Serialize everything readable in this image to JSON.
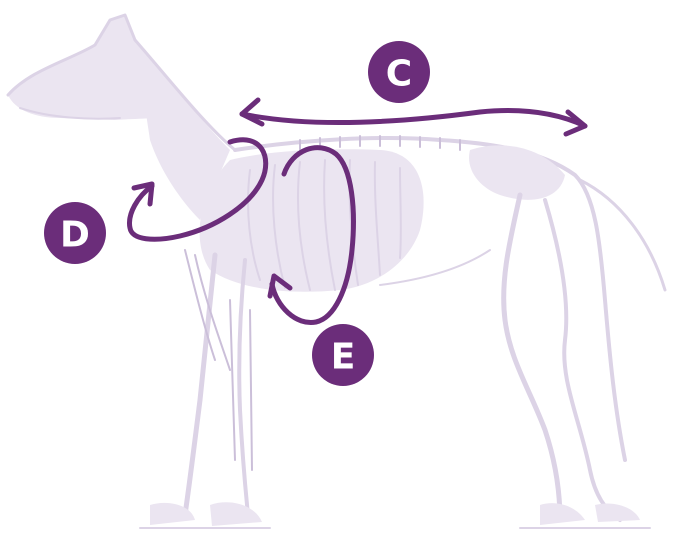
{
  "colors": {
    "accent": "#6b2d7a",
    "silhouette": "#dcd3e6"
  },
  "labels": {
    "c": "C",
    "d": "D",
    "e": "E"
  }
}
